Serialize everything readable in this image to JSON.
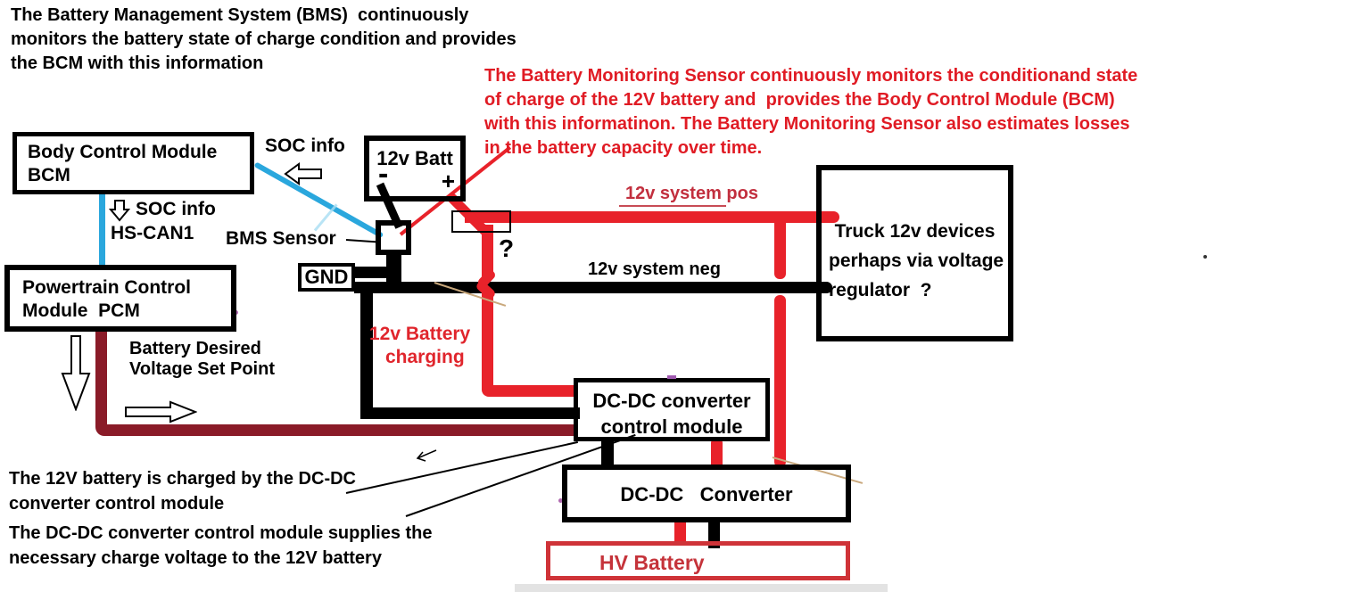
{
  "colors": {
    "wire_red": "#e8222a",
    "wire_black": "#000000",
    "wire_maroon": "#8a1b28",
    "can_blue": "#2aa7dd",
    "note_red": "#e01b24",
    "label_crimson": "#c22f3e",
    "hv_red": "#cf3338",
    "tan_line": "#c9a87c"
  },
  "annotations": {
    "bms_note": {
      "lines": [
        "The Battery Management System (BMS)  continuously",
        "monitors the battery state of charge condition and provides",
        "the BCM with this information"
      ]
    },
    "bm_sensor_note": {
      "lines": [
        "The Battery Monitoring Sensor continuously monitors the conditionand state",
        "of charge of the 12V battery and  provides the Body Control Module (BCM)",
        "with this informatinon. The Battery Monitoring Sensor also estimates losses",
        "in the battery capacity over time."
      ]
    },
    "charged_note": {
      "lines": [
        "The 12V battery is charged by the DC-DC",
        "converter control module"
      ]
    },
    "supplies_note": {
      "lines": [
        "The DC-DC converter control module supplies the",
        "necessary charge voltage to the 12V battery"
      ]
    }
  },
  "boxes": {
    "bcm": {
      "lines": [
        "Body Control Module",
        "BCM"
      ]
    },
    "pcm": {
      "lines": [
        "Powertrain Control",
        "Module  PCM"
      ]
    },
    "battery_12v": {
      "label": "12v Batt",
      "minus": "-",
      "plus": "+"
    },
    "gnd": {
      "label": "GND"
    },
    "truck": {
      "lines": [
        "Truck 12v devices",
        "perhaps via voltage",
        "regulator  ?"
      ]
    },
    "dcdc_control": {
      "lines": [
        "DC-DC converter",
        "control module"
      ]
    },
    "dcdc_converter": {
      "label": "DC-DC   Converter"
    },
    "hv_battery": {
      "label": "HV Battery"
    }
  },
  "labels": {
    "soc_info_right": "SOC info",
    "soc_info_down": "SOC info",
    "hs_can1": "HS-CAN1",
    "bms_sensor": "BMS Sensor",
    "battery_desired_1": "Battery Desired",
    "battery_desired_2": "Voltage Set Point",
    "charging_1": "12v Battery",
    "charging_2": "charging",
    "system_pos": "12v system pos",
    "system_neg": "12v system neg",
    "question_mark": "?"
  }
}
